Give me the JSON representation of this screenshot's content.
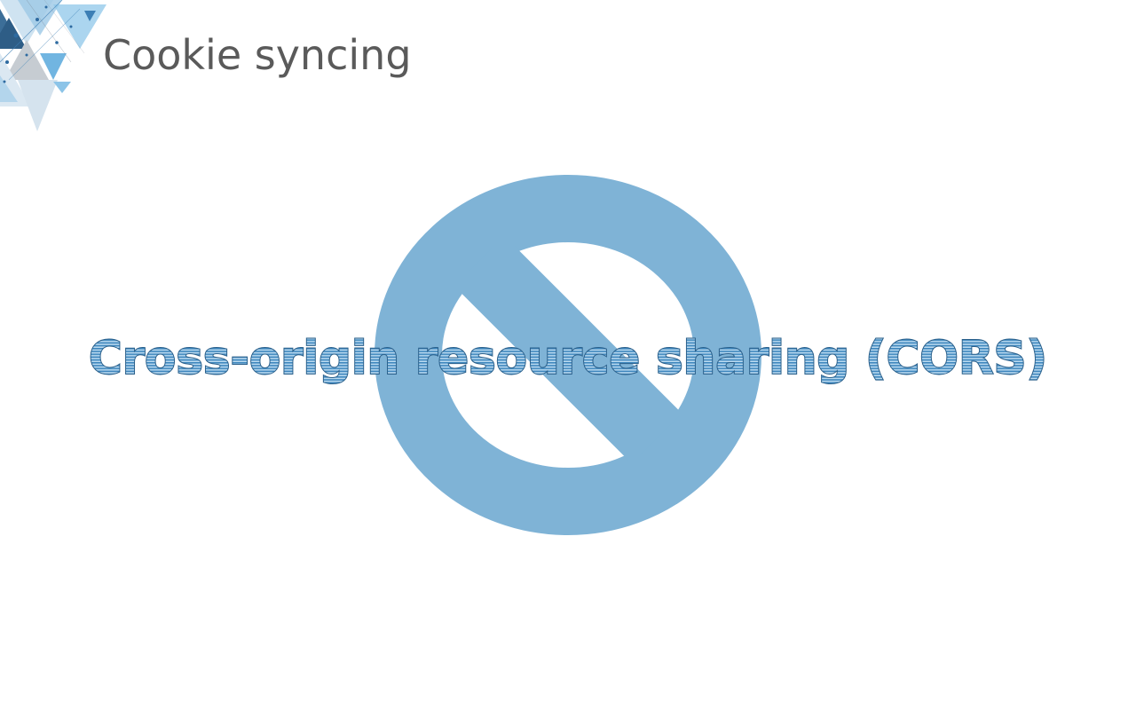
{
  "slide": {
    "title": "Cookie syncing",
    "headline": "Cross-origin resource sharing (CORS)"
  },
  "icons": {
    "corner_decoration": "triangle-pattern-decoration",
    "overlay_symbol": "prohibition-sign-icon"
  },
  "colors": {
    "title_text": "#5a5a5a",
    "prohibition_sign": "#7fb3d6",
    "headline_fill": "#3d86bd",
    "headline_outline": "#2a5f8a",
    "background": "#ffffff"
  }
}
